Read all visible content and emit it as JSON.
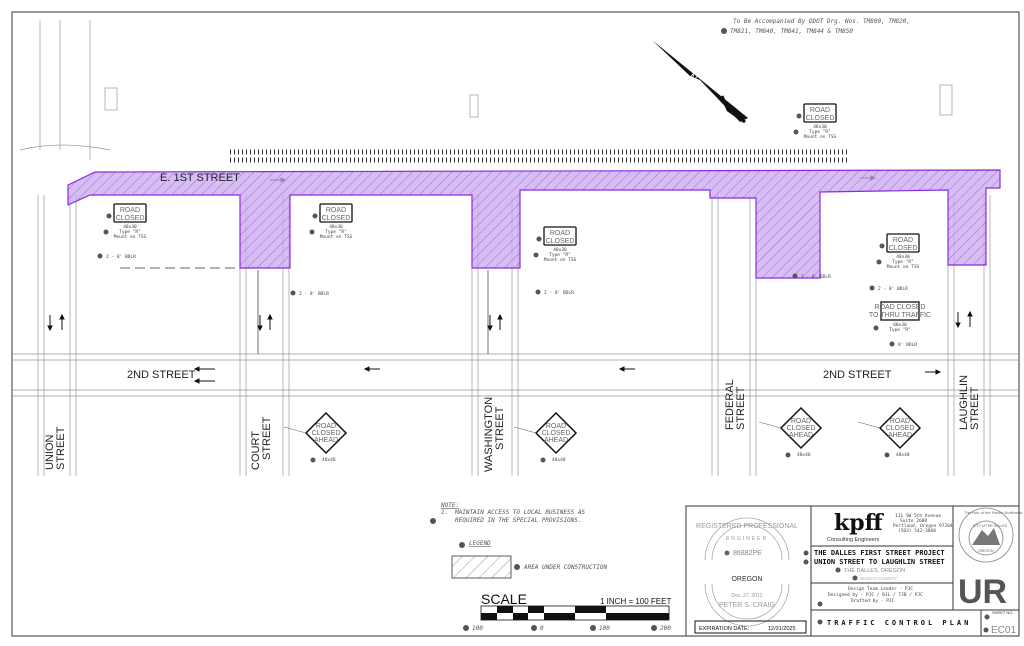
{
  "header_note": {
    "line1": "To Be Accompanied By ODOT Drg. Nos. TM800, TM820,",
    "line2": "TM821, TM840, TM841, TM844 & TM850"
  },
  "streets": {
    "first": "E. 1ST STREET",
    "second_west": "2ND STREET",
    "second_east": "2ND STREET",
    "union": [
      "UNION",
      "STREET"
    ],
    "court": [
      "COURT",
      "STREET"
    ],
    "washington": [
      "WASHINGTON",
      "STREET"
    ],
    "federal": [
      "FEDERAL",
      "STREET"
    ],
    "laughlin": [
      "LAUGHLIN",
      "STREET"
    ]
  },
  "north_label": "N",
  "road_closed_signs": [
    {
      "l1": "ROAD",
      "l2": "CLOSED",
      "size": "48x30",
      "type": "Type \"R\"",
      "mount": "Mount on TSS"
    },
    {
      "l1": "ROAD",
      "l2": "CLOSED",
      "size": "48x30",
      "type": "Type \"R\"",
      "mount": "Mount on TSS"
    },
    {
      "l1": "ROAD",
      "l2": "CLOSED",
      "size": "48x30",
      "type": "Type \"R\"",
      "mount": "Mount on TSS"
    },
    {
      "l1": "ROAD",
      "l2": "CLOSED",
      "size": "48x30",
      "type": "Type \"R\"",
      "mount": "Mount on TSS"
    },
    {
      "l1": "ROAD",
      "l2": "CLOSED",
      "size": "48x30",
      "type": "Type \"R\"",
      "mount": "Mount on TSS"
    }
  ],
  "thru_sign": {
    "l1": "ROAD CLOSED",
    "l2": "TO THRU TRAFFIC",
    "size": "60x30",
    "type": "Type \"R\""
  },
  "ahead_signs": [
    {
      "l1": "ROAD",
      "l2": "CLOSED",
      "l3": "AHEAD",
      "size": "48x48"
    },
    {
      "l1": "ROAD",
      "l2": "CLOSED",
      "l3": "AHEAD",
      "size": "48x48"
    },
    {
      "l1": "ROAD",
      "l2": "CLOSED",
      "l3": "AHEAD",
      "size": "48x48"
    },
    {
      "l1": "ROAD",
      "l2": "CLOSED",
      "l3": "AHEAD",
      "size": "48x48"
    }
  ],
  "barricades": [
    "2 - 8' BDLR",
    "2 - 8' BDLR",
    "2 - 8' BDLR",
    "2 - 8' BDLR",
    "2 - 8' BDLR",
    "8' BDLR"
  ],
  "notes": {
    "title": "NOTE:",
    "num": "1.",
    "line1": "MAINTAIN ACCESS TO LOCAL BUSINESS AS",
    "line2": "REQUIRED IN THE SPECIAL PROVISIONS."
  },
  "legend": {
    "title": "LEGEND",
    "item": "AREA UNDER CONSTRUCTION"
  },
  "scale": {
    "title": "SCALE",
    "ratio": "1 INCH = 100 FEET",
    "ticks": [
      "100",
      "0",
      "100",
      "200"
    ]
  },
  "stamp": {
    "top": "REGISTERED PROFESSIONAL",
    "engineer": "ENGINEER",
    "number": "86882PE",
    "state": "OREGON",
    "date": "Dec. 27, 2012",
    "name": "PETER S. CRAIG",
    "expiration_label": "EXPIRATION DATE:",
    "expiration_value": "12/31/2025"
  },
  "firm": {
    "logo": "kpff",
    "subtitle": "Consulting Engineers",
    "address": [
      "111 SW 5th Avenue",
      "Suite 2600",
      "Portland, Oregon 97204",
      "(503) 542-3860"
    ]
  },
  "project": {
    "line1": "THE DALLES FIRST STREET PROJECT",
    "line2": "UNION STREET TO LAUGHLIN STREET",
    "city": "THE DALLES, OREGON",
    "county": "WASCO COUNTY"
  },
  "credits": {
    "l1": "Design Team Leader - PJC",
    "l2": "Designed by - PJC / BJL / TJB / PJC",
    "l3": "Drafted by - PJC"
  },
  "sheet_title": "TRAFFIC CONTROL PLAN",
  "city_seal": {
    "arc": "The Hub of the Pacific Northwest",
    "inner": "CITY of THE DALLES",
    "state": "OREGON"
  },
  "ur_logo": "UR",
  "sheet": {
    "label": "SHEET NO.",
    "number": "EC01"
  },
  "colors": {
    "construction": "#c9a6f2",
    "construction_stroke": "#8a2be2"
  }
}
